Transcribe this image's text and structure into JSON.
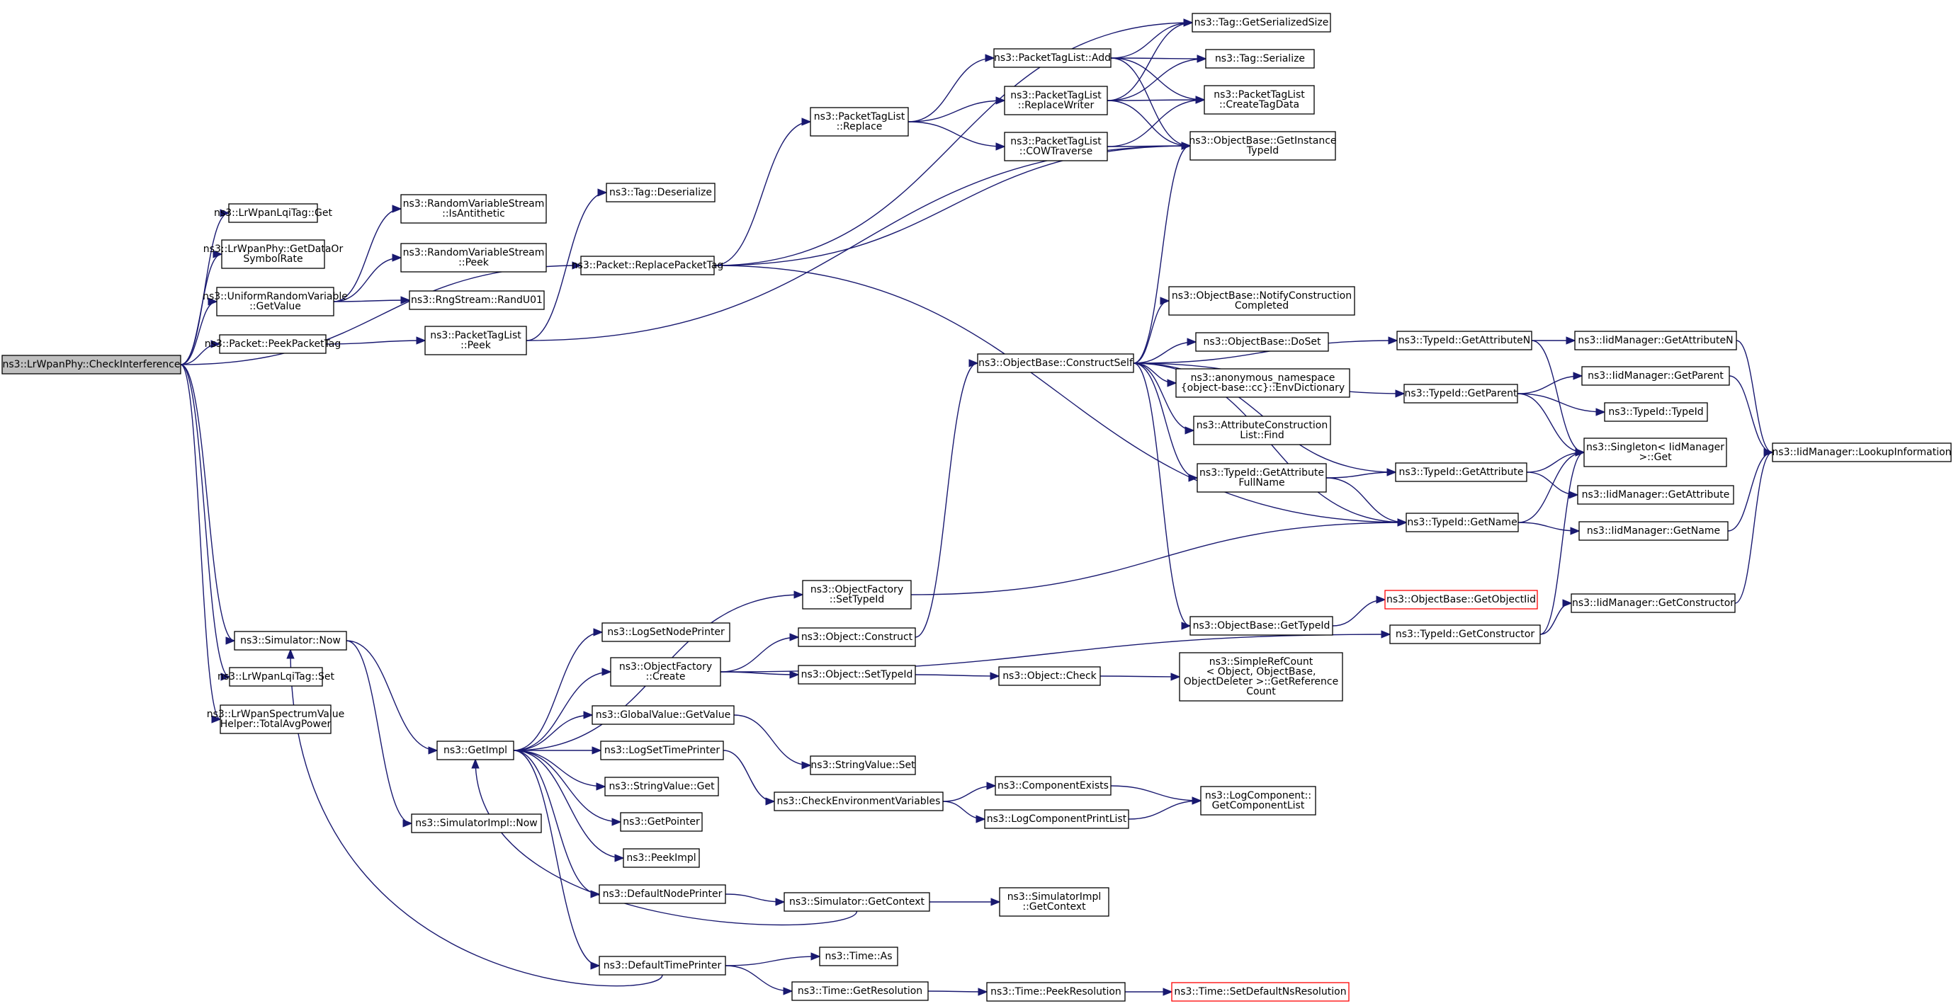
{
  "graph": {
    "type": "call-graph",
    "edge_color": "#191970",
    "truncated_node_border_color": "#ff0000",
    "root": "checkinterference",
    "nodes": [
      {
        "id": "checkinterference",
        "lines": [
          "ns3::LrWpanPhy::CheckInterference"
        ]
      },
      {
        "id": "lqitag-get",
        "lines": [
          "ns3::LrWpanLqiTag::Get"
        ]
      },
      {
        "id": "getdataor",
        "lines": [
          "ns3::LrWpanPhy::GetDataOr",
          "SymbolRate"
        ]
      },
      {
        "id": "urv-getvalue",
        "lines": [
          "ns3::UniformRandomVariable",
          "::GetValue"
        ]
      },
      {
        "id": "peekpackettag",
        "lines": [
          "ns3::Packet::PeekPacketTag"
        ]
      },
      {
        "id": "simulator-now",
        "lines": [
          "ns3::Simulator::Now"
        ]
      },
      {
        "id": "lqitag-set",
        "lines": [
          "ns3::LrWpanLqiTag::Set"
        ]
      },
      {
        "id": "totalavgpower",
        "lines": [
          "ns3::LrWpanSpectrumValue",
          "Helper::TotalAvgPower"
        ]
      },
      {
        "id": "rvs-isantithetic",
        "lines": [
          "ns3::RandomVariableStream",
          "::IsAntithetic"
        ]
      },
      {
        "id": "rvs-peek",
        "lines": [
          "ns3::RandomVariableStream",
          "::Peek"
        ]
      },
      {
        "id": "randu01",
        "lines": [
          "ns3::RngStream::RandU01"
        ]
      },
      {
        "id": "ptl-peek",
        "lines": [
          "ns3::PacketTagList",
          "::Peek"
        ]
      },
      {
        "id": "tag-deserialize",
        "lines": [
          "ns3::Tag::Deserialize"
        ]
      },
      {
        "id": "replacepackettag",
        "lines": [
          "ns3::Packet::ReplacePacketTag"
        ]
      },
      {
        "id": "getimpl",
        "lines": [
          "ns3::GetImpl"
        ]
      },
      {
        "id": "simimpl-now",
        "lines": [
          "ns3::SimulatorImpl::Now"
        ]
      },
      {
        "id": "logsetnodeprinter",
        "lines": [
          "ns3::LogSetNodePrinter"
        ]
      },
      {
        "id": "of-create",
        "lines": [
          "ns3::ObjectFactory",
          "::Create"
        ]
      },
      {
        "id": "gv-getvalue",
        "lines": [
          "ns3::GlobalValue::GetValue"
        ]
      },
      {
        "id": "logsettimeprinter",
        "lines": [
          "ns3::LogSetTimePrinter"
        ]
      },
      {
        "id": "sv-get",
        "lines": [
          "ns3::StringValue::Get"
        ]
      },
      {
        "id": "getpointer",
        "lines": [
          "ns3::GetPointer"
        ]
      },
      {
        "id": "peekimpl",
        "lines": [
          "ns3::PeekImpl"
        ]
      },
      {
        "id": "defaultnodeprinter",
        "lines": [
          "ns3::DefaultNodePrinter"
        ]
      },
      {
        "id": "defaulttimeprinter",
        "lines": [
          "ns3::DefaultTimePrinter"
        ]
      },
      {
        "id": "ptl-replace",
        "lines": [
          "ns3::PacketTagList",
          "::Replace"
        ]
      },
      {
        "id": "of-settypeid",
        "lines": [
          "ns3::ObjectFactory",
          "::SetTypeId"
        ]
      },
      {
        "id": "object-construct",
        "lines": [
          "ns3::Object::Construct"
        ]
      },
      {
        "id": "object-settypeid",
        "lines": [
          "ns3::Object::SetTypeId"
        ]
      },
      {
        "id": "sv-set",
        "lines": [
          "ns3::StringValue::Set"
        ]
      },
      {
        "id": "checkenv",
        "lines": [
          "ns3::CheckEnvironmentVariables"
        ]
      },
      {
        "id": "sim-getcontext",
        "lines": [
          "ns3::Simulator::GetContext"
        ]
      },
      {
        "id": "time-as",
        "lines": [
          "ns3::Time::As"
        ]
      },
      {
        "id": "time-getresolution",
        "lines": [
          "ns3::Time::GetResolution"
        ]
      },
      {
        "id": "ptl-add",
        "lines": [
          "ns3::PacketTagList::Add"
        ]
      },
      {
        "id": "ptl-replacewriter",
        "lines": [
          "ns3::PacketTagList",
          "::ReplaceWriter"
        ]
      },
      {
        "id": "ptl-cowtraverse",
        "lines": [
          "ns3::PacketTagList",
          "::COWTraverse"
        ]
      },
      {
        "id": "constructself",
        "lines": [
          "ns3::ObjectBase::ConstructSelf"
        ]
      },
      {
        "id": "object-check",
        "lines": [
          "ns3::Object::Check"
        ]
      },
      {
        "id": "componentexists",
        "lines": [
          "ns3::ComponentExists"
        ]
      },
      {
        "id": "logcomponentprintlist",
        "lines": [
          "ns3::LogComponentPrintList"
        ]
      },
      {
        "id": "simimpl-getcontext",
        "lines": [
          "ns3::SimulatorImpl",
          "::GetContext"
        ]
      },
      {
        "id": "time-peekresolution",
        "lines": [
          "ns3::Time::PeekResolution"
        ]
      },
      {
        "id": "tag-getserializedsize",
        "lines": [
          "ns3::Tag::GetSerializedSize"
        ]
      },
      {
        "id": "tag-serialize",
        "lines": [
          "ns3::Tag::Serialize"
        ]
      },
      {
        "id": "ptl-createtagdata",
        "lines": [
          "ns3::PacketTagList",
          "::CreateTagData"
        ]
      },
      {
        "id": "getinstancetypeid",
        "lines": [
          "ns3::ObjectBase::GetInstance",
          "TypeId"
        ]
      },
      {
        "id": "notifyconstruction",
        "lines": [
          "ns3::ObjectBase::NotifyConstruction",
          "Completed"
        ]
      },
      {
        "id": "dosset",
        "lines": [
          "ns3::ObjectBase::DoSet"
        ]
      },
      {
        "id": "envdictionary",
        "lines": [
          "ns3::anonymous_namespace",
          "{object-base::cc}::EnvDictionary"
        ]
      },
      {
        "id": "attributeconstructionlist-find",
        "lines": [
          "ns3::AttributeConstruction",
          "List::Find"
        ]
      },
      {
        "id": "typeid-getattributefullname",
        "lines": [
          "ns3::TypeId::GetAttribute",
          "FullName"
        ]
      },
      {
        "id": "objectbase-gettypeid",
        "lines": [
          "ns3::ObjectBase::GetTypeId"
        ]
      },
      {
        "id": "simplerefcount",
        "lines": [
          "ns3::SimpleRefCount",
          "< Object, ObjectBase,",
          "ObjectDeleter >::GetReference",
          "Count"
        ]
      },
      {
        "id": "logcomponent-getcomponentlist",
        "lines": [
          "ns3::LogComponent::",
          "GetComponentList"
        ]
      },
      {
        "id": "setdefaultnsresolution",
        "lines": [
          "ns3::Time::SetDefaultNsResolution"
        ],
        "truncated": true
      },
      {
        "id": "typeid-getattributen",
        "lines": [
          "ns3::TypeId::GetAttributeN"
        ]
      },
      {
        "id": "typeid-getparent",
        "lines": [
          "ns3::TypeId::GetParent"
        ]
      },
      {
        "id": "typeid-getattribute",
        "lines": [
          "ns3::TypeId::GetAttribute"
        ]
      },
      {
        "id": "typeid-getname",
        "lines": [
          "ns3::TypeId::GetName"
        ]
      },
      {
        "id": "getobjectiid",
        "lines": [
          "ns3::ObjectBase::GetObjectIid"
        ],
        "truncated": true
      },
      {
        "id": "typeid-getconstructor",
        "lines": [
          "ns3::TypeId::GetConstructor"
        ]
      },
      {
        "id": "iid-getattributen",
        "lines": [
          "ns3::IidManager::GetAttributeN"
        ]
      },
      {
        "id": "iid-getparent",
        "lines": [
          "ns3::IidManager::GetParent"
        ]
      },
      {
        "id": "typeid-typeid",
        "lines": [
          "ns3::TypeId::TypeId"
        ]
      },
      {
        "id": "singleton-get",
        "lines": [
          "ns3::Singleton< IidManager",
          ">::Get"
        ]
      },
      {
        "id": "iid-getattribute",
        "lines": [
          "ns3::IidManager::GetAttribute"
        ]
      },
      {
        "id": "iid-getname",
        "lines": [
          "ns3::IidManager::GetName"
        ]
      },
      {
        "id": "iid-getconstructor",
        "lines": [
          "ns3::IidManager::GetConstructor"
        ]
      },
      {
        "id": "iid-lookupinformation",
        "lines": [
          "ns3::IidManager::LookupInformation"
        ]
      }
    ],
    "edges": [
      [
        "checkinterference",
        "lqitag-get"
      ],
      [
        "checkinterference",
        "getdataor"
      ],
      [
        "checkinterference",
        "urv-getvalue"
      ],
      [
        "checkinterference",
        "peekpackettag"
      ],
      [
        "checkinterference",
        "replacepackettag"
      ],
      [
        "checkinterference",
        "simulator-now"
      ],
      [
        "checkinterference",
        "lqitag-set"
      ],
      [
        "checkinterference",
        "totalavgpower"
      ],
      [
        "urv-getvalue",
        "rvs-isantithetic"
      ],
      [
        "urv-getvalue",
        "rvs-peek"
      ],
      [
        "urv-getvalue",
        "randu01"
      ],
      [
        "peekpackettag",
        "ptl-peek"
      ],
      [
        "ptl-peek",
        "tag-deserialize"
      ],
      [
        "ptl-peek",
        "getinstancetypeid"
      ],
      [
        "replacepackettag",
        "ptl-replace"
      ],
      [
        "replacepackettag",
        "tag-getserializedsize"
      ],
      [
        "replacepackettag",
        "getinstancetypeid"
      ],
      [
        "replacepackettag",
        "typeid-getname"
      ],
      [
        "simulator-now",
        "getimpl"
      ],
      [
        "simulator-now",
        "simimpl-now"
      ],
      [
        "getimpl",
        "of-settypeid"
      ],
      [
        "getimpl",
        "logsetnodeprinter"
      ],
      [
        "getimpl",
        "of-create"
      ],
      [
        "getimpl",
        "gv-getvalue"
      ],
      [
        "getimpl",
        "logsettimeprinter"
      ],
      [
        "getimpl",
        "sv-get"
      ],
      [
        "getimpl",
        "getpointer"
      ],
      [
        "getimpl",
        "peekimpl"
      ],
      [
        "getimpl",
        "defaultnodeprinter"
      ],
      [
        "getimpl",
        "defaulttimeprinter"
      ],
      [
        "of-settypeid",
        "typeid-getname"
      ],
      [
        "of-create",
        "object-construct"
      ],
      [
        "of-create",
        "object-settypeid"
      ],
      [
        "of-create",
        "typeid-getconstructor"
      ],
      [
        "object-construct",
        "constructself"
      ],
      [
        "object-settypeid",
        "object-check"
      ],
      [
        "object-check",
        "simplerefcount"
      ],
      [
        "gv-getvalue",
        "sv-set"
      ],
      [
        "logsettimeprinter",
        "checkenv"
      ],
      [
        "checkenv",
        "componentexists"
      ],
      [
        "checkenv",
        "logcomponentprintlist"
      ],
      [
        "componentexists",
        "logcomponent-getcomponentlist"
      ],
      [
        "logcomponentprintlist",
        "logcomponent-getcomponentlist"
      ],
      [
        "defaultnodeprinter",
        "sim-getcontext"
      ],
      [
        "sim-getcontext",
        "simimpl-getcontext"
      ],
      [
        "sim-getcontext",
        "getimpl"
      ],
      [
        "defaulttimeprinter",
        "time-as"
      ],
      [
        "defaulttimeprinter",
        "time-getresolution"
      ],
      [
        "defaulttimeprinter",
        "simulator-now"
      ],
      [
        "time-getresolution",
        "time-peekresolution"
      ],
      [
        "time-peekresolution",
        "setdefaultnsresolution"
      ],
      [
        "ptl-replace",
        "ptl-add"
      ],
      [
        "ptl-replace",
        "ptl-replacewriter"
      ],
      [
        "ptl-replace",
        "ptl-cowtraverse"
      ],
      [
        "ptl-add",
        "tag-getserializedsize"
      ],
      [
        "ptl-add",
        "tag-serialize"
      ],
      [
        "ptl-add",
        "ptl-createtagdata"
      ],
      [
        "ptl-add",
        "getinstancetypeid"
      ],
      [
        "ptl-replacewriter",
        "tag-getserializedsize"
      ],
      [
        "ptl-replacewriter",
        "tag-serialize"
      ],
      [
        "ptl-replacewriter",
        "ptl-createtagdata"
      ],
      [
        "ptl-replacewriter",
        "getinstancetypeid"
      ],
      [
        "ptl-cowtraverse",
        "ptl-createtagdata"
      ],
      [
        "ptl-cowtraverse",
        "getinstancetypeid"
      ],
      [
        "constructself",
        "getinstancetypeid"
      ],
      [
        "constructself",
        "notifyconstruction"
      ],
      [
        "constructself",
        "dosset"
      ],
      [
        "constructself",
        "envdictionary"
      ],
      [
        "constructself",
        "attributeconstructionlist-find"
      ],
      [
        "constructself",
        "typeid-getattributefullname"
      ],
      [
        "constructself",
        "objectbase-gettypeid"
      ],
      [
        "constructself",
        "typeid-getattributen"
      ],
      [
        "constructself",
        "typeid-getparent"
      ],
      [
        "constructself",
        "typeid-getattribute"
      ],
      [
        "constructself",
        "typeid-getname"
      ],
      [
        "typeid-getattributefullname",
        "typeid-getattribute"
      ],
      [
        "typeid-getattributefullname",
        "typeid-getname"
      ],
      [
        "objectbase-gettypeid",
        "getobjectiid"
      ],
      [
        "typeid-getattributen",
        "iid-getattributen"
      ],
      [
        "typeid-getattributen",
        "singleton-get"
      ],
      [
        "typeid-getparent",
        "iid-getparent"
      ],
      [
        "typeid-getparent",
        "typeid-typeid"
      ],
      [
        "typeid-getparent",
        "singleton-get"
      ],
      [
        "typeid-getattribute",
        "singleton-get"
      ],
      [
        "typeid-getattribute",
        "iid-getattribute"
      ],
      [
        "typeid-getname",
        "singleton-get"
      ],
      [
        "typeid-getname",
        "iid-getname"
      ],
      [
        "typeid-getconstructor",
        "iid-getconstructor"
      ],
      [
        "typeid-getconstructor",
        "singleton-get"
      ],
      [
        "iid-getattributen",
        "iid-lookupinformation"
      ],
      [
        "iid-getparent",
        "iid-lookupinformation"
      ],
      [
        "iid-getname",
        "iid-lookupinformation"
      ],
      [
        "iid-getconstructor",
        "iid-lookupinformation"
      ]
    ]
  }
}
